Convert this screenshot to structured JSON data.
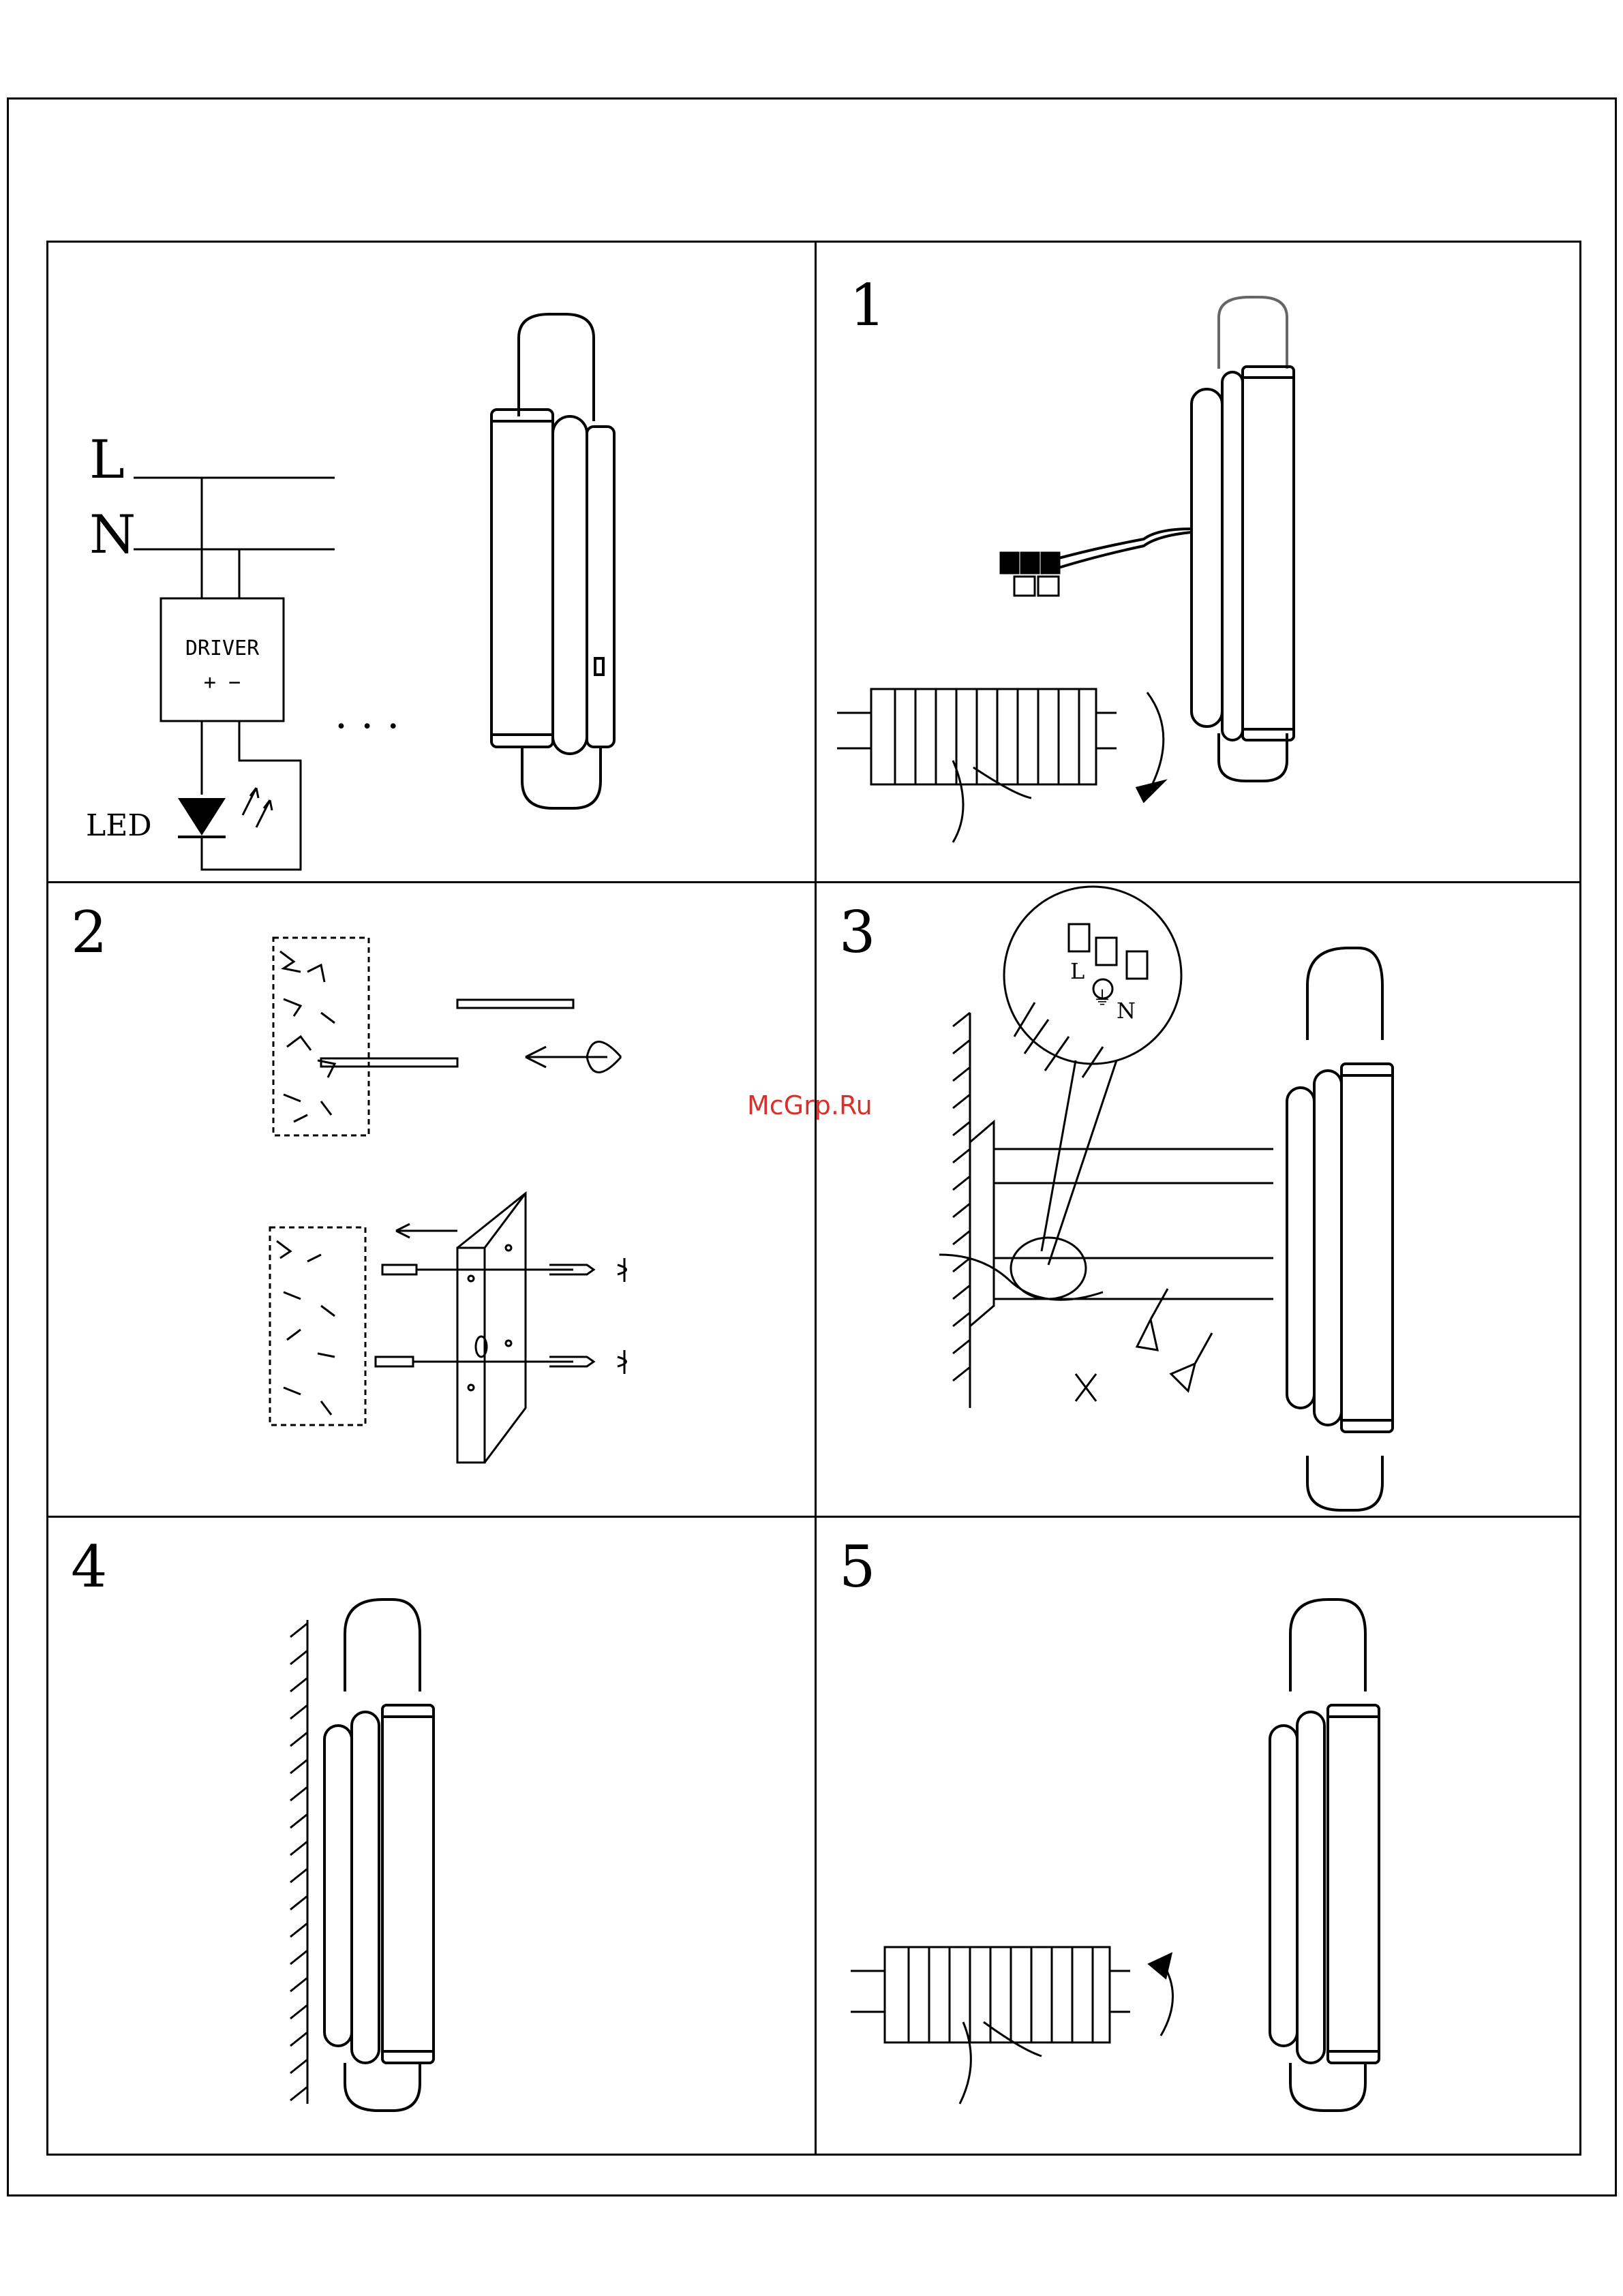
{
  "steps": {
    "step1": "1",
    "step2": "2",
    "step3": "3",
    "step4": "4",
    "step5": "5"
  },
  "wiring": {
    "line_label": "L",
    "neutral_label": "N",
    "driver_label": "DRIVER",
    "driver_polarity": "+  −",
    "led_label": "LED",
    "ellipsis": "· · ·"
  },
  "connector_labels": {
    "line": "L",
    "earth": "⏚",
    "neutral": "N"
  },
  "watermark": "McGrp.Ru",
  "colors": {
    "line": "#000000",
    "watermark": "#d9302c"
  }
}
